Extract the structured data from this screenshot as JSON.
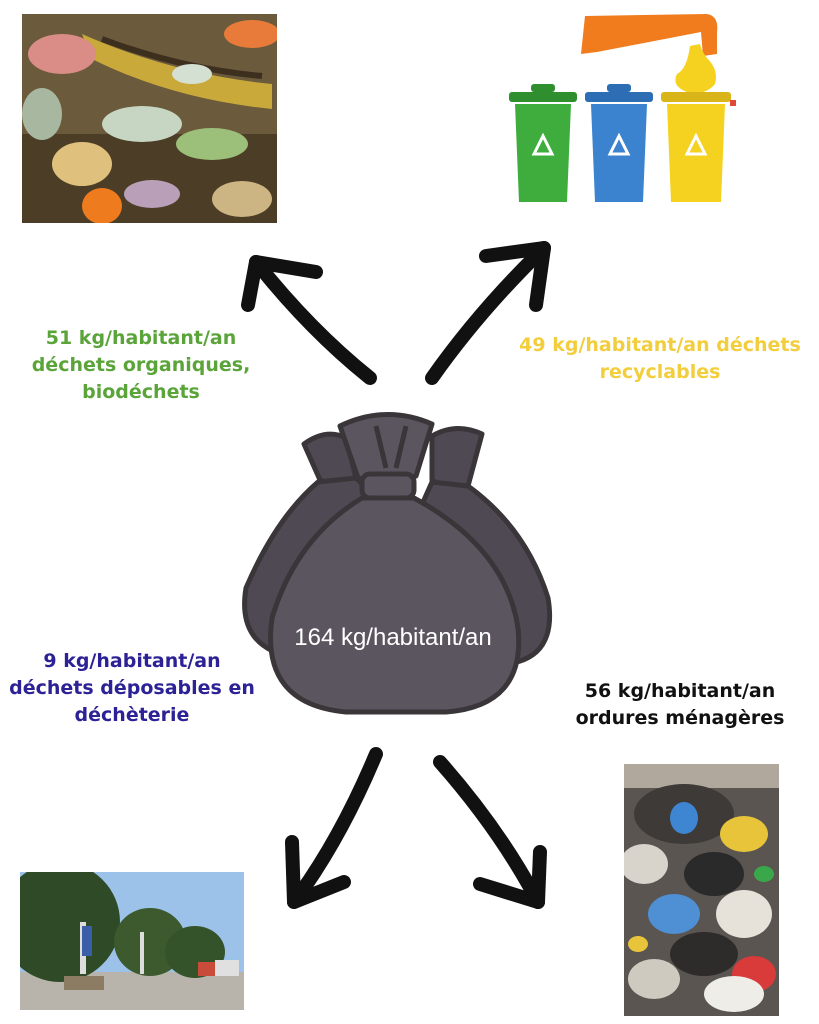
{
  "center": {
    "total_label": "164 kg/habitant/an",
    "icon": "garbage-bags-icon",
    "bag_color": "#5b5560",
    "outline_color": "#3a3538"
  },
  "branches": [
    {
      "id": "organic",
      "line1": "51 kg/habitant/an",
      "line2": "déchets organiques,",
      "line3": "biodéchets",
      "color": "#5aa43a",
      "image": "compost-food-scraps-photo"
    },
    {
      "id": "recyclable",
      "line1": "49 kg/habitant/an déchets",
      "line2": "recyclables",
      "color": "#f2cd3c",
      "image": "recycling-bins-icon"
    },
    {
      "id": "dechetterie",
      "line1": "9 kg/habitant/an",
      "line2": "déchets déposables en",
      "line3": "déchèterie",
      "color": "#2c2296",
      "image": "recycling-center-photo"
    },
    {
      "id": "household",
      "line1": "56  kg/habitant/an",
      "line2": "ordures ménagères",
      "color": "#111111",
      "image": "garbage-pile-photo"
    }
  ],
  "bins": {
    "colors": [
      "#3fad3d",
      "#3b82cf",
      "#f5d21f"
    ],
    "pour_color": "#f07c1e",
    "icon": "recycle-icon"
  }
}
